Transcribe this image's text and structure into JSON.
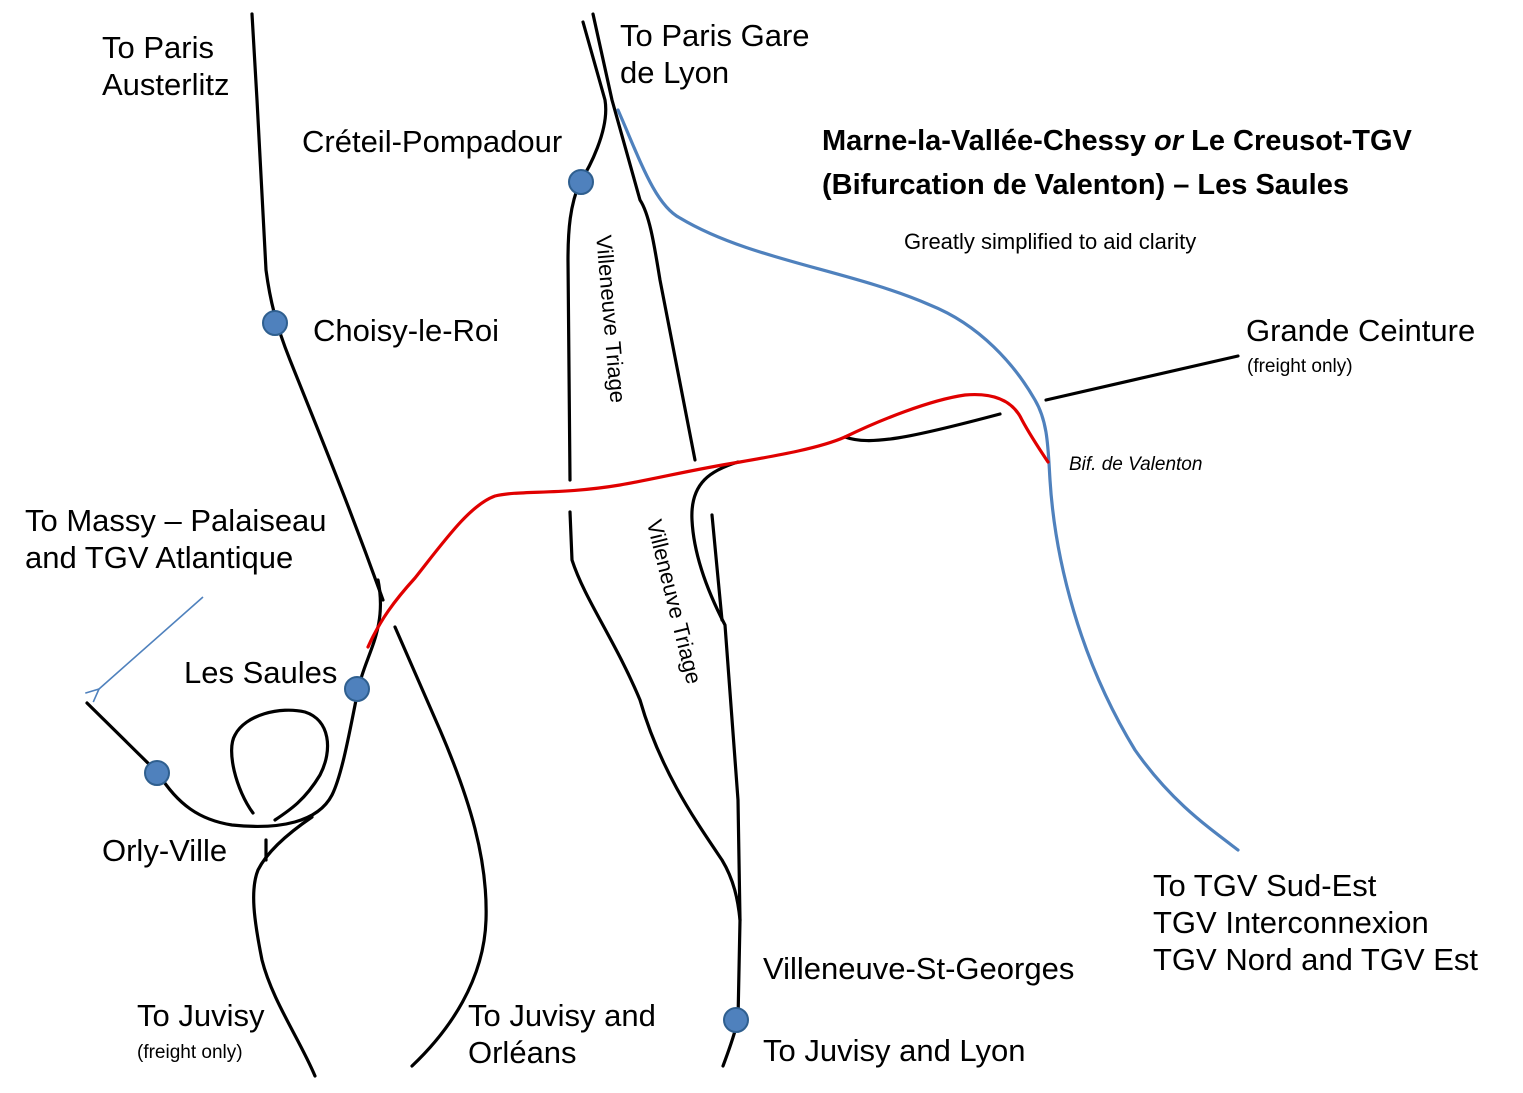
{
  "title": {
    "line1_a": "Marne-la-Vallée-Chessy",
    "line1_or": "or",
    "line1_b": "Le Creusot-TGV",
    "line2": "(Bifurcation de Valenton) – Les Saules"
  },
  "subtitle": "Greatly simplified to aid clarity",
  "labels": {
    "paris_austerlitz_1": "To Paris",
    "paris_austerlitz_2": "Austerlitz",
    "paris_gare_de_lyon_1": "To Paris Gare",
    "paris_gare_de_lyon_2": "de Lyon",
    "massy_1": "To Massy – Palaiseau",
    "massy_2": "and TGV Atlantique",
    "grande_ceinture": "Grande Ceinture",
    "grande_ceinture_note": "(freight only)",
    "bif_valenton": "Bif. de Valenton",
    "tgv_1": "To TGV Sud-Est",
    "tgv_2": "TGV Interconnexion",
    "tgv_3": "TGV Nord and TGV Est",
    "juvisy_freight_1": "To Juvisy",
    "juvisy_freight_2": "(freight only)",
    "juvisy_orleans_1": "To Juvisy and",
    "juvisy_orleans_2": "Orléans",
    "juvisy_lyon": "To Juvisy and Lyon",
    "triage_upper": "Villeneuve Triage",
    "triage_lower": "Villeneuve Triage"
  },
  "stations": {
    "creteil_pompadour": "Créteil-Pompadour",
    "choisy_le_roi": "Choisy-le-Roi",
    "les_saules": "Les Saules",
    "orly_ville": "Orly-Ville",
    "villeneuve_st_georges": "Villeneuve-St-Georges"
  },
  "colors": {
    "track": "#000000",
    "lgv_interconnexion": "#4f81bd",
    "valenton_les_saules": "#e00000",
    "station_fill": "#4f81bd",
    "station_stroke": "#2f5f8f",
    "arrow": "#4f81bd"
  }
}
